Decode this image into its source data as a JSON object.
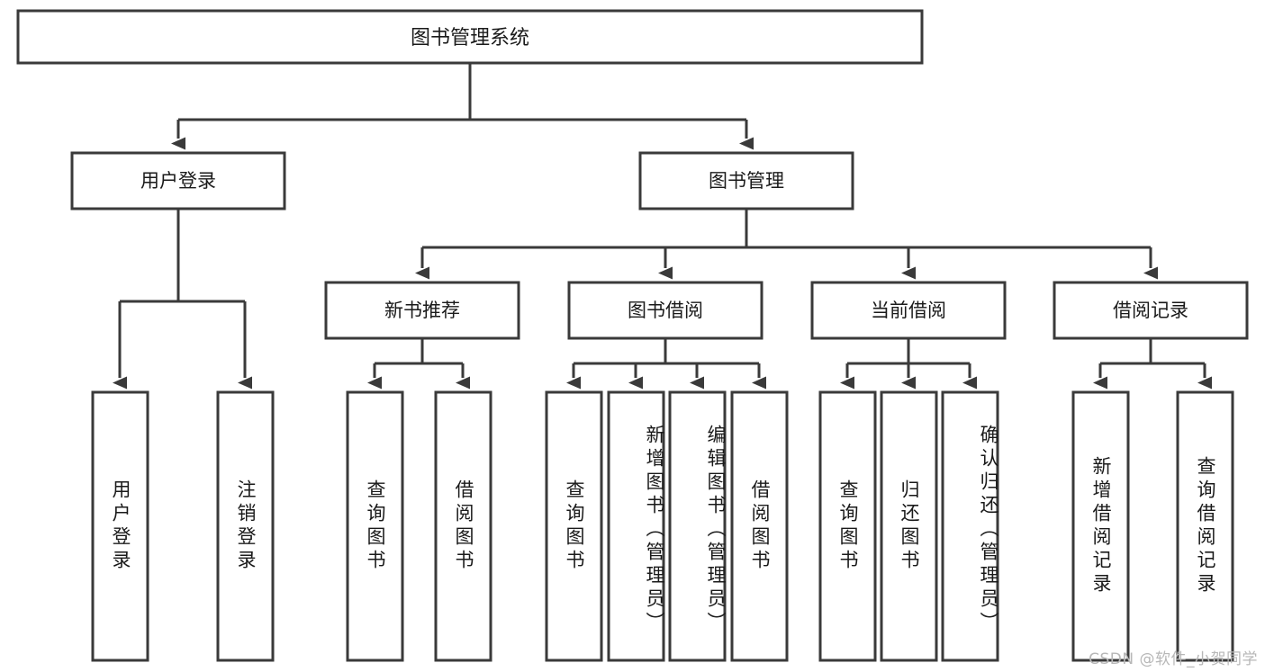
{
  "diagram": {
    "title": "图书管理系统",
    "type": "tree-hierarchy-diagram",
    "colors": {
      "box_stroke": "#3a3a3a",
      "box_fill": "#ffffff",
      "connector": "#3a3a3a",
      "text": "#1a1a1a",
      "background": "#ffffff",
      "watermark": "#b7b7b7"
    },
    "root": {
      "label": "图书管理系统"
    },
    "level2": [
      {
        "label": "用户登录"
      },
      {
        "label": "图书管理"
      }
    ],
    "level3": [
      {
        "label": "新书推荐"
      },
      {
        "label": "图书借阅"
      },
      {
        "label": "当前借阅"
      },
      {
        "label": "借阅记录"
      }
    ],
    "leaves": {
      "user_login": [
        {
          "label": "用户登录"
        },
        {
          "label": "注销登录"
        }
      ],
      "new_book_recommend": [
        {
          "label": "查询图书"
        },
        {
          "label": "借阅图书"
        }
      ],
      "book_borrow": [
        {
          "label": "查询图书"
        },
        {
          "label": "新增图书（管理员）"
        },
        {
          "label": "编辑图书（管理员）"
        },
        {
          "label": "借阅图书"
        }
      ],
      "current_borrow": [
        {
          "label": "查询图书"
        },
        {
          "label": "归还图书"
        },
        {
          "label": "确认归还（管理员）"
        }
      ],
      "borrow_record": [
        {
          "label": "新增借阅记录"
        },
        {
          "label": "查询借阅记录"
        }
      ]
    }
  },
  "watermark": {
    "text": "CSDN @软件_小贺同学"
  }
}
